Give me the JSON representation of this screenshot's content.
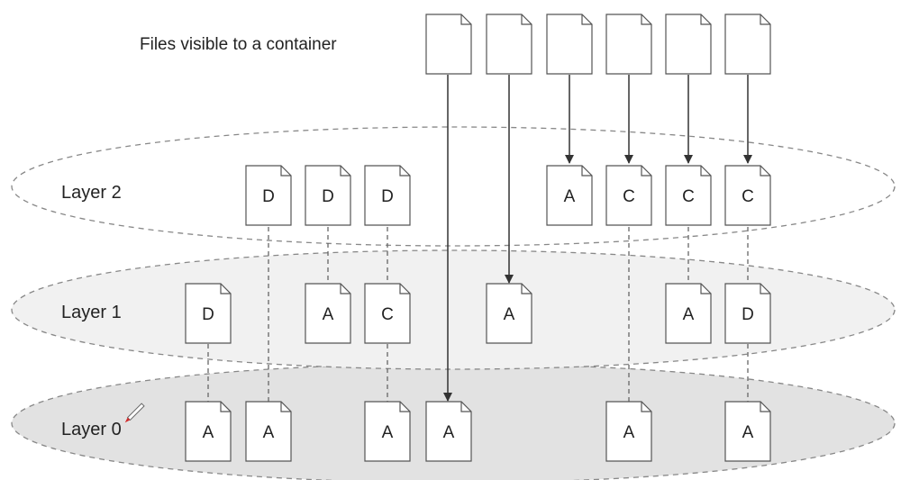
{
  "diagram": {
    "title": "Files visible to a container",
    "layers": [
      {
        "id": "layer2",
        "label": "Layer 2",
        "fill": "#ffffff"
      },
      {
        "id": "layer1",
        "label": "Layer 1",
        "fill": "#f1f1f1"
      },
      {
        "id": "layer0",
        "label": "Layer 0",
        "fill": "#e2e2e2"
      }
    ],
    "top_files": [
      {
        "id": "t1",
        "letter": ""
      },
      {
        "id": "t2",
        "letter": ""
      },
      {
        "id": "t3",
        "letter": ""
      },
      {
        "id": "t4",
        "letter": ""
      },
      {
        "id": "t5",
        "letter": ""
      },
      {
        "id": "t6",
        "letter": ""
      }
    ],
    "layer2_files": [
      {
        "id": "l2a",
        "letter": "D"
      },
      {
        "id": "l2b",
        "letter": "D"
      },
      {
        "id": "l2c",
        "letter": "D"
      },
      {
        "id": "l2d",
        "letter": "A"
      },
      {
        "id": "l2e",
        "letter": "C"
      },
      {
        "id": "l2f",
        "letter": "C"
      },
      {
        "id": "l2g",
        "letter": "C"
      }
    ],
    "layer1_files": [
      {
        "id": "l1a",
        "letter": "D"
      },
      {
        "id": "l1b",
        "letter": "A"
      },
      {
        "id": "l1c",
        "letter": "C"
      },
      {
        "id": "l1d",
        "letter": "A"
      },
      {
        "id": "l1e",
        "letter": "A"
      },
      {
        "id": "l1f",
        "letter": "D"
      }
    ],
    "layer0_files": [
      {
        "id": "l0a",
        "letter": "A"
      },
      {
        "id": "l0b",
        "letter": "A"
      },
      {
        "id": "l0c",
        "letter": "A"
      },
      {
        "id": "l0d",
        "letter": "A"
      },
      {
        "id": "l0e",
        "letter": "A"
      },
      {
        "id": "l0f",
        "letter": "A"
      }
    ],
    "colors": {
      "stroke": "#555555",
      "dash": "#666666",
      "arrow": "#333333"
    }
  }
}
